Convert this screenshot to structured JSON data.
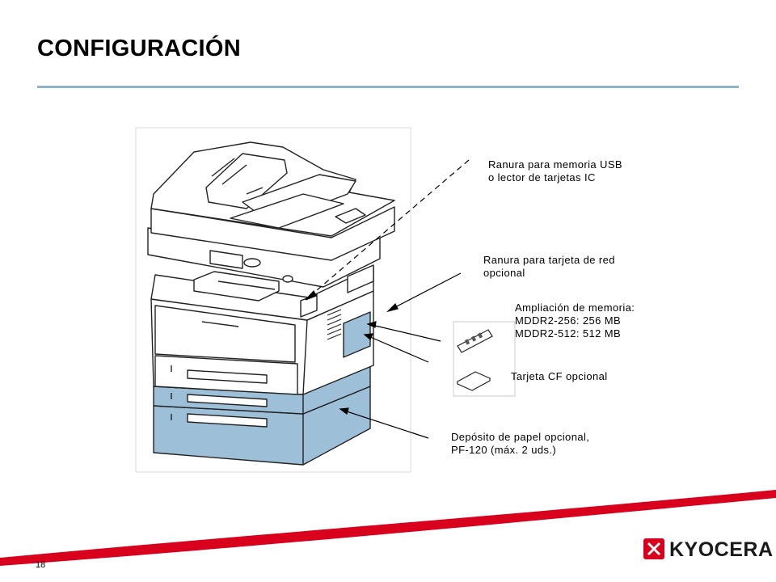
{
  "slide": {
    "title": "CONFIGURACIÓN",
    "page_number": "18"
  },
  "callouts": {
    "usb_slot": [
      "Ranura para memoria USB",
      "o lector de tarjetas IC"
    ],
    "network_card": [
      "Ranura para tarjeta de red",
      "opcional"
    ],
    "memory_expansion": [
      "Ampliación de memoria:",
      "MDDR2-256: 256 MB",
      "MDDR2-512: 512 MB"
    ],
    "cf_card": [
      "Tarjeta CF opcional"
    ],
    "paper_tray": [
      "Depósito de papel opcional,",
      "PF-120 (máx. 2 uds.)"
    ]
  },
  "brand": {
    "logo_text": "KYOCERA",
    "accent_color": "#d8001c",
    "highlight_color": "#9dbfd8",
    "rule_color": "#8fb4c8"
  }
}
